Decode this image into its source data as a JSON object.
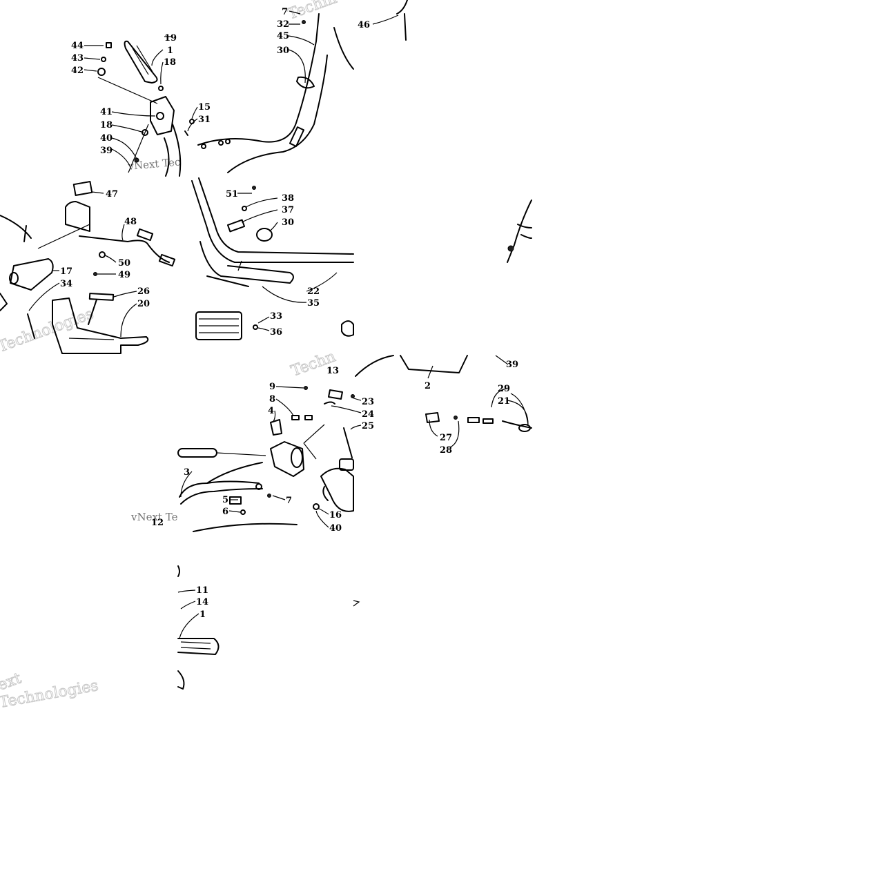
{
  "diagram": {
    "callouts": {
      "c7a": "7",
      "c32": "32",
      "c45": "45",
      "c30a": "30",
      "c46": "46",
      "c44": "44",
      "c43": "43",
      "c42": "42",
      "c19": "19",
      "c1a": "1",
      "c18a": "18",
      "c41": "41",
      "c18b": "18",
      "c40a": "40",
      "c39a": "39",
      "c15": "15",
      "c31": "31",
      "c51": "51",
      "c38": "38",
      "c37": "37",
      "c30b": "30",
      "c47": "47",
      "c48": "48",
      "c17": "17",
      "c34": "34",
      "c50": "50",
      "c49": "49",
      "c26": "26",
      "c20": "20",
      "c22": "22",
      "c35": "35",
      "c33": "33",
      "c36": "36",
      "c13": "13",
      "c9": "9",
      "c8": "8",
      "c4": "4",
      "c23": "23",
      "c24": "24",
      "c25": "25",
      "c3": "3",
      "c5": "5",
      "c6": "6",
      "c7b": "7",
      "c16": "16",
      "c40b": "40",
      "c39b": "39",
      "c2": "2",
      "c29": "29",
      "c21": "21",
      "c27": "27",
      "c28": "28",
      "c11": "11",
      "c14": "14",
      "c1b": "1",
      "c12": "12"
    },
    "watermark": {
      "brand_a": "Techni",
      "brand_b": "vNext Tec",
      "brand_c": "Technologies",
      "brand_d": "Technologies",
      "brand_e": "ext",
      "brand_f": "vNext Te",
      "brand_g": "Techn"
    }
  }
}
